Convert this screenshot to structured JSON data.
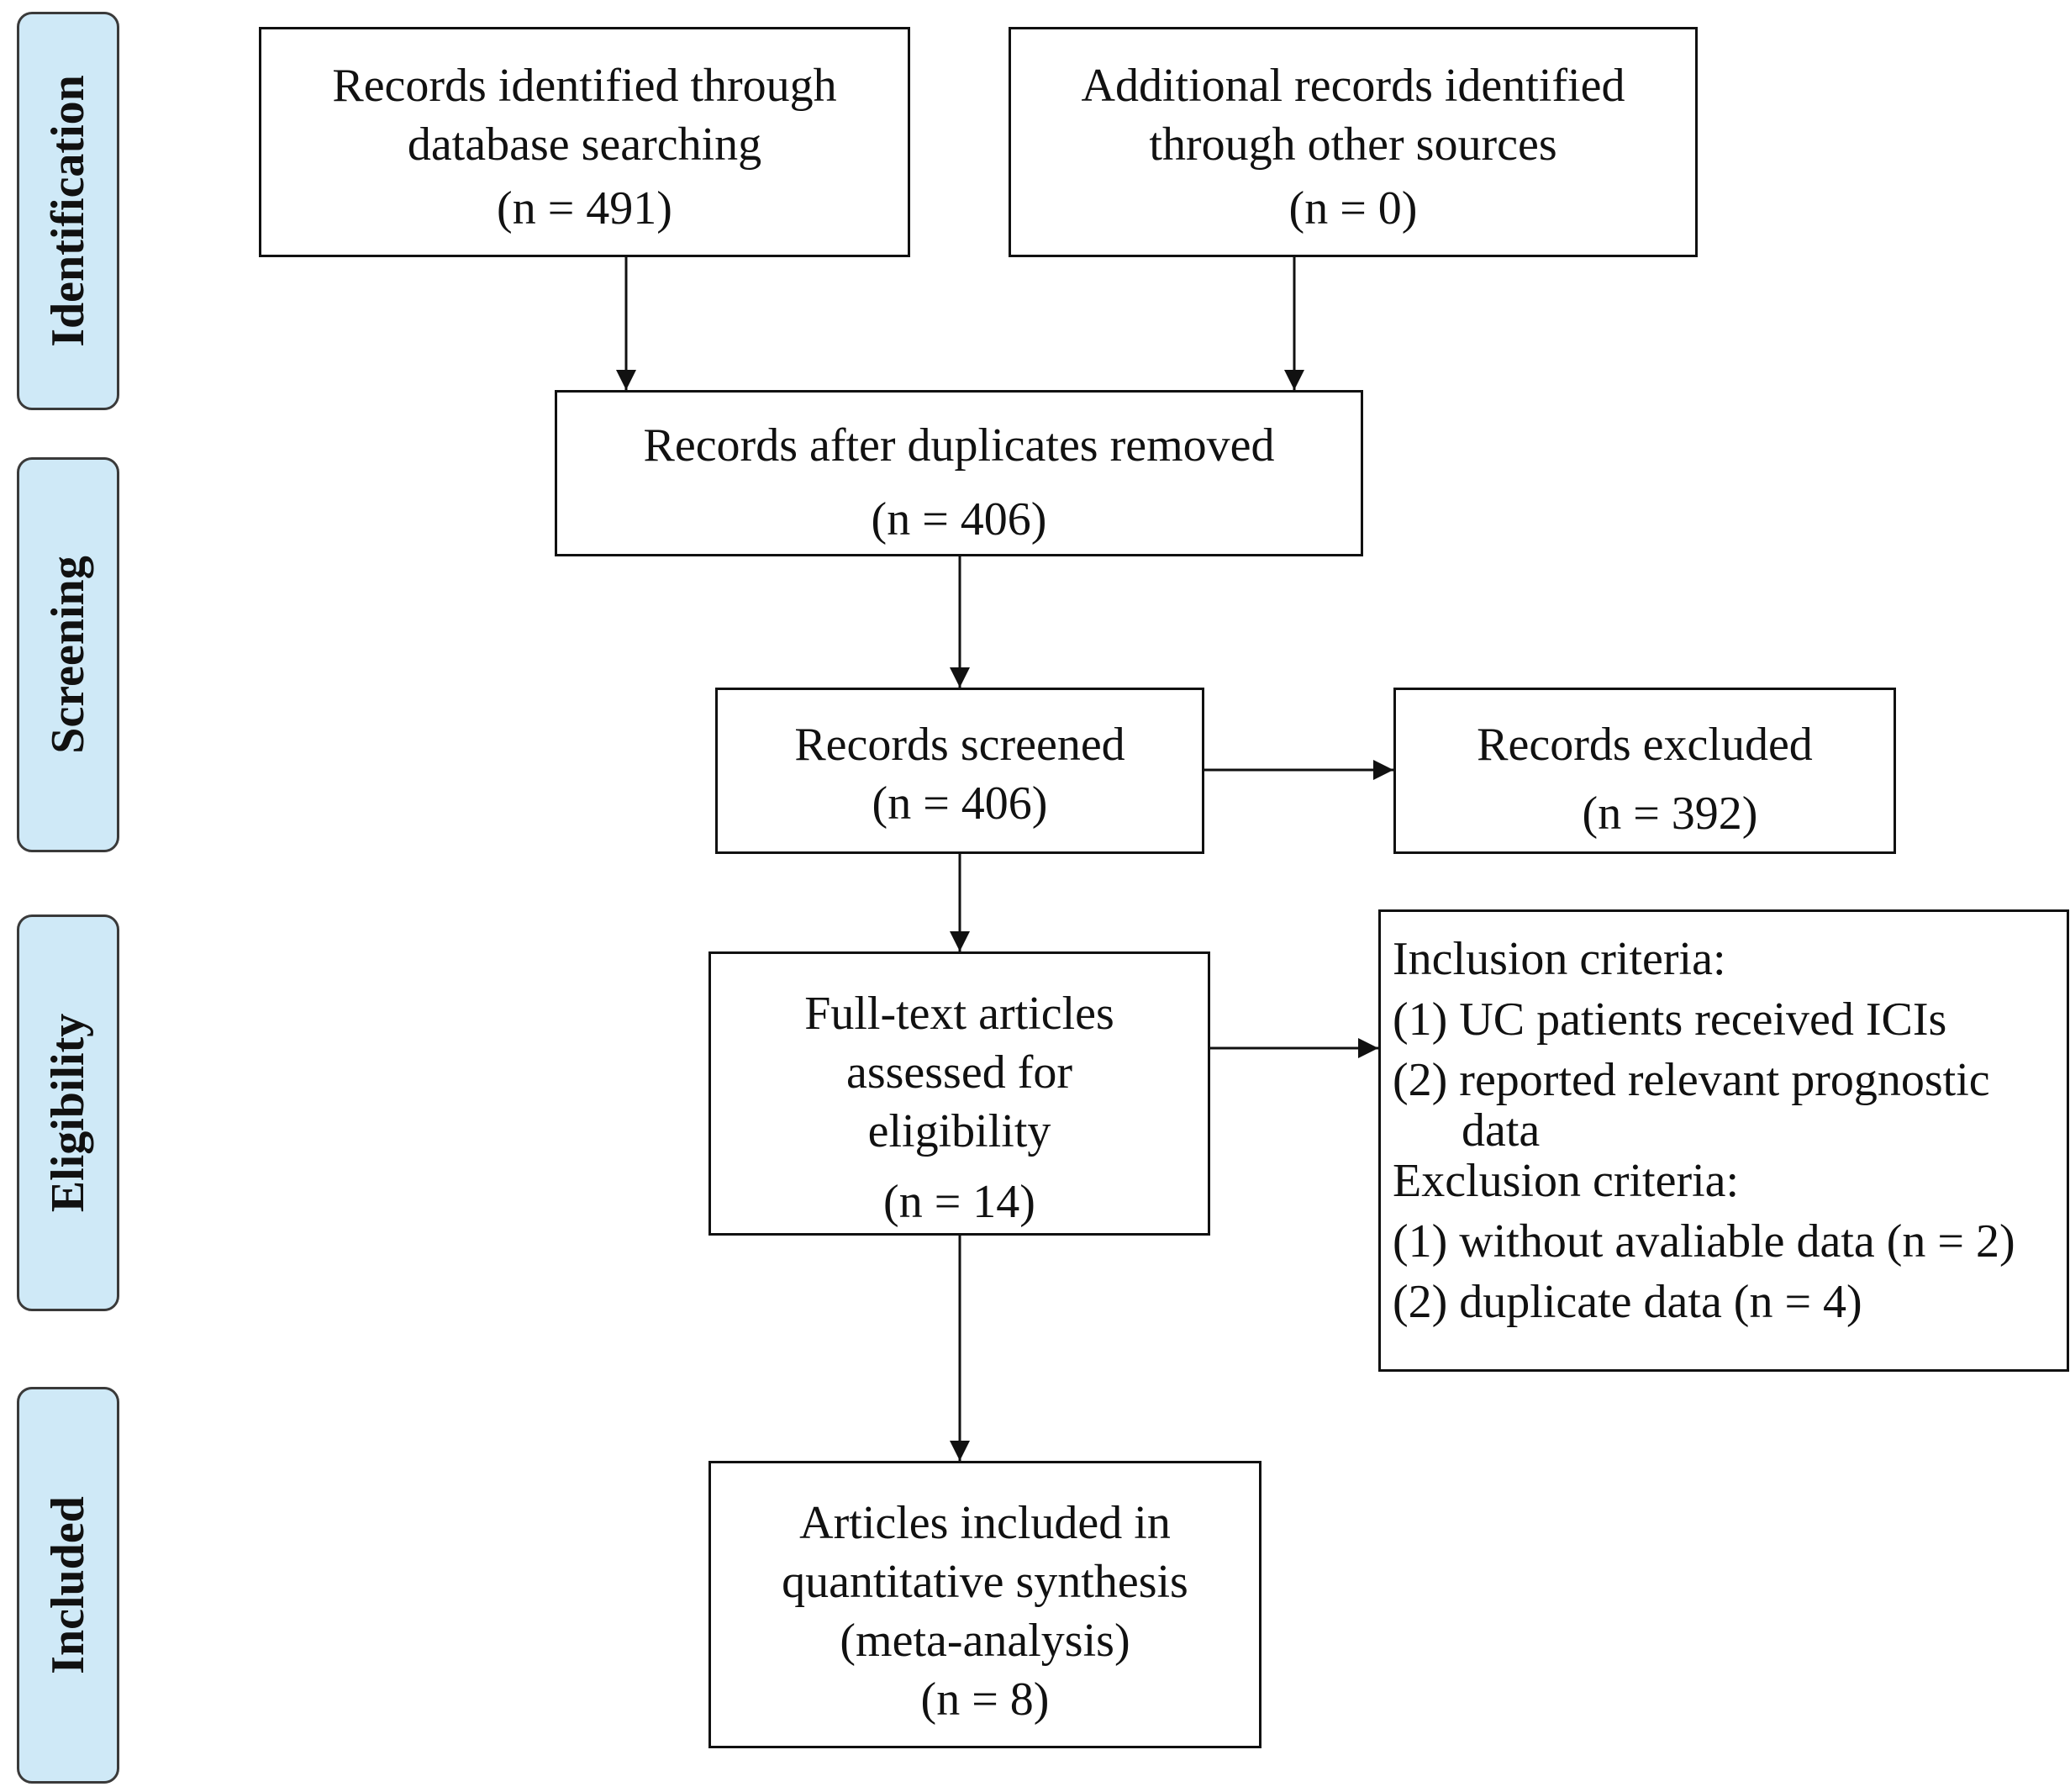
{
  "phases": {
    "identification": "Identification",
    "screening": "Screening",
    "eligibility": "Eligibility",
    "included": "Included"
  },
  "boxes": {
    "database_records": {
      "line1": "Records identified through",
      "line2": "database searching",
      "count": "(n = 491)"
    },
    "other_records": {
      "line1": "Additional records identified",
      "line2": "through other sources",
      "count": "(n = 0)"
    },
    "duplicates_removed": {
      "line1": "Records after duplicates removed",
      "count": "(n = 406)"
    },
    "screened": {
      "line1": "Records screened",
      "count": "(n = 406)"
    },
    "excluded": {
      "line1": "Records excluded",
      "count": "(n = 392)"
    },
    "full_text": {
      "line1": "Full-text articles",
      "line2": "assessed for",
      "line3": "eligibility",
      "count": "(n = 14)"
    },
    "criteria": {
      "inclusion_title": "Inclusion criteria:",
      "inclusion_1": "(1) UC patients received ICIs",
      "inclusion_2": "(2) reported relevant prognostic",
      "inclusion_2_cont": "data",
      "exclusion_title": "Exclusion criteria:",
      "exclusion_1": "(1) without avaliable data (n = 2)",
      "exclusion_2": "(2) duplicate data (n = 4)"
    },
    "included_articles": {
      "line1": "Articles included in",
      "line2": "quantitative synthesis",
      "line3": "(meta-analysis)",
      "count": "(n = 8)"
    }
  }
}
